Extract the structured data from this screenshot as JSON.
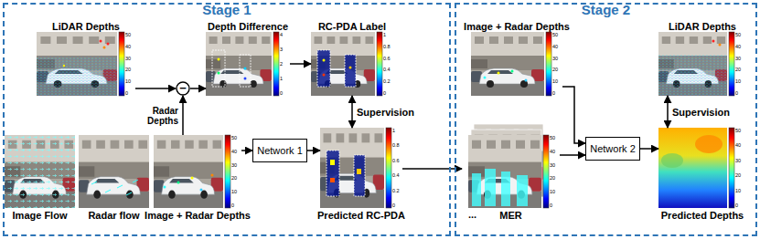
{
  "diagram": {
    "nodes": [
      {
        "text": [
          "Stage 1"
        ]
      },
      {
        "text": [
          "LiDAR Depths"
        ],
        "in": 0
      },
      {
        "text": [
          "−"
        ],
        "in": 0
      },
      {
        "text": [
          "Depth Difference"
        ],
        "in": 0
      },
      {
        "text": [
          "RC-PDA Label"
        ],
        "in": 0
      },
      {
        "text": [
          "Image Flow"
        ],
        "in": 0
      },
      {
        "text": [
          "Radar flow"
        ],
        "in": 0
      },
      {
        "text": [
          "Image + Radar Depths"
        ],
        "in": 0
      },
      {
        "text": [
          "Network 1"
        ],
        "in": 0
      },
      {
        "text": [
          "Predicted RC-PDA"
        ],
        "in": 0
      },
      {
        "text": [
          "Stage 2"
        ]
      },
      {
        "text": [
          "Image + Radar Depths"
        ],
        "in": 10
      },
      {
        "text": [
          "MER"
        ],
        "in": 10
      },
      {
        "text": [
          "Network 2"
        ],
        "in": 10
      },
      {
        "text": [
          "LiDAR Depths"
        ],
        "in": 10
      },
      {
        "text": [
          "Predicted Depths"
        ],
        "in": 10
      }
    ],
    "edges": [
      {
        "from": 1,
        "to": 2,
        "arrow": "to"
      },
      {
        "from": 7,
        "to": 2,
        "label": "Radar Depths",
        "arrow": "to"
      },
      {
        "from": 2,
        "to": 3,
        "arrow": "to"
      },
      {
        "from": 3,
        "to": 4,
        "arrow": "to"
      },
      {
        "from": 4,
        "to": 9,
        "label": "Supervision",
        "arrow": "both"
      },
      {
        "from": 7,
        "to": 8,
        "arrow": "to"
      },
      {
        "from": 8,
        "to": 9,
        "arrow": "to"
      },
      {
        "from": 9,
        "to": 12,
        "arrow": "to"
      },
      {
        "from": 11,
        "to": 13,
        "arrow": "to"
      },
      {
        "from": 12,
        "to": 13,
        "arrow": "to"
      },
      {
        "from": 13,
        "to": 15,
        "arrow": "to"
      },
      {
        "from": 14,
        "to": 15,
        "label": "Supervision",
        "arrow": "both"
      }
    ],
    "labels": [
      "50",
      "40",
      "30",
      "20",
      "10",
      "0",
      "4",
      "3",
      "2",
      "1",
      "0",
      "1",
      "0.8",
      "0.6",
      "0.4",
      "0.2",
      "0",
      "50",
      "40",
      "30",
      "20",
      "10",
      "0",
      "1",
      "0.8",
      "0.6",
      "0.4",
      "0.2",
      "0",
      "50",
      "40",
      "30",
      "20",
      "10",
      "0",
      "50",
      "40",
      "30",
      "20",
      "10",
      "0",
      "50",
      "40",
      "30",
      "20",
      "10",
      "0",
      "50",
      "40",
      "30",
      "20",
      "10",
      "0",
      "..."
    ]
  }
}
